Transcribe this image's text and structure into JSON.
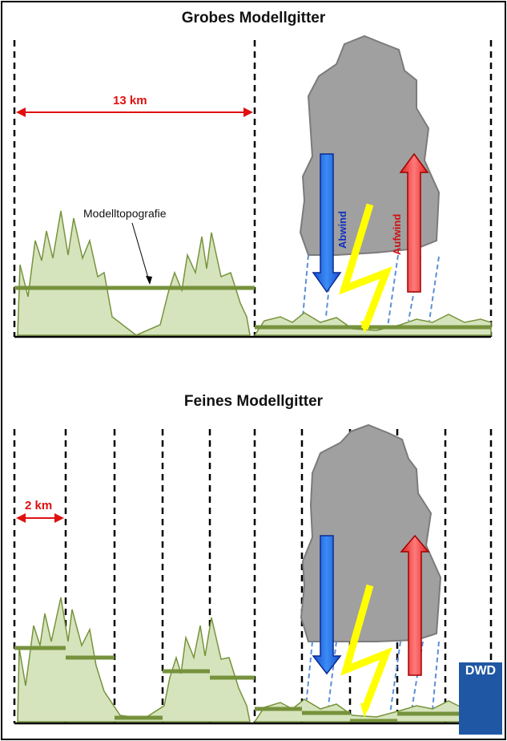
{
  "top_panel": {
    "title": "Grobes Modellgitter",
    "scale_label": "13 km",
    "topography_label": "Modelltopografie",
    "downdraft_label": "Abwind",
    "updraft_label": "Aufwind"
  },
  "bottom_panel": {
    "title": "Feines Modellgitter",
    "scale_label": "2 km"
  },
  "logo": {
    "text": "DWD"
  },
  "colors": {
    "border": "#000000",
    "cloud": "#a0a0a0",
    "cloud_edge": "#7b7b7b",
    "terrain_fill": "#d6e4bd",
    "terrain_line": "#77933c",
    "model_bar": "#76923c",
    "scale_arrow": "#e01010",
    "downdraft": "#1f6ee0",
    "updraft": "#f03a3a",
    "lightning": "#ffff00",
    "rain": "#5b8fd6",
    "logo_bg": "#1f57a4"
  }
}
